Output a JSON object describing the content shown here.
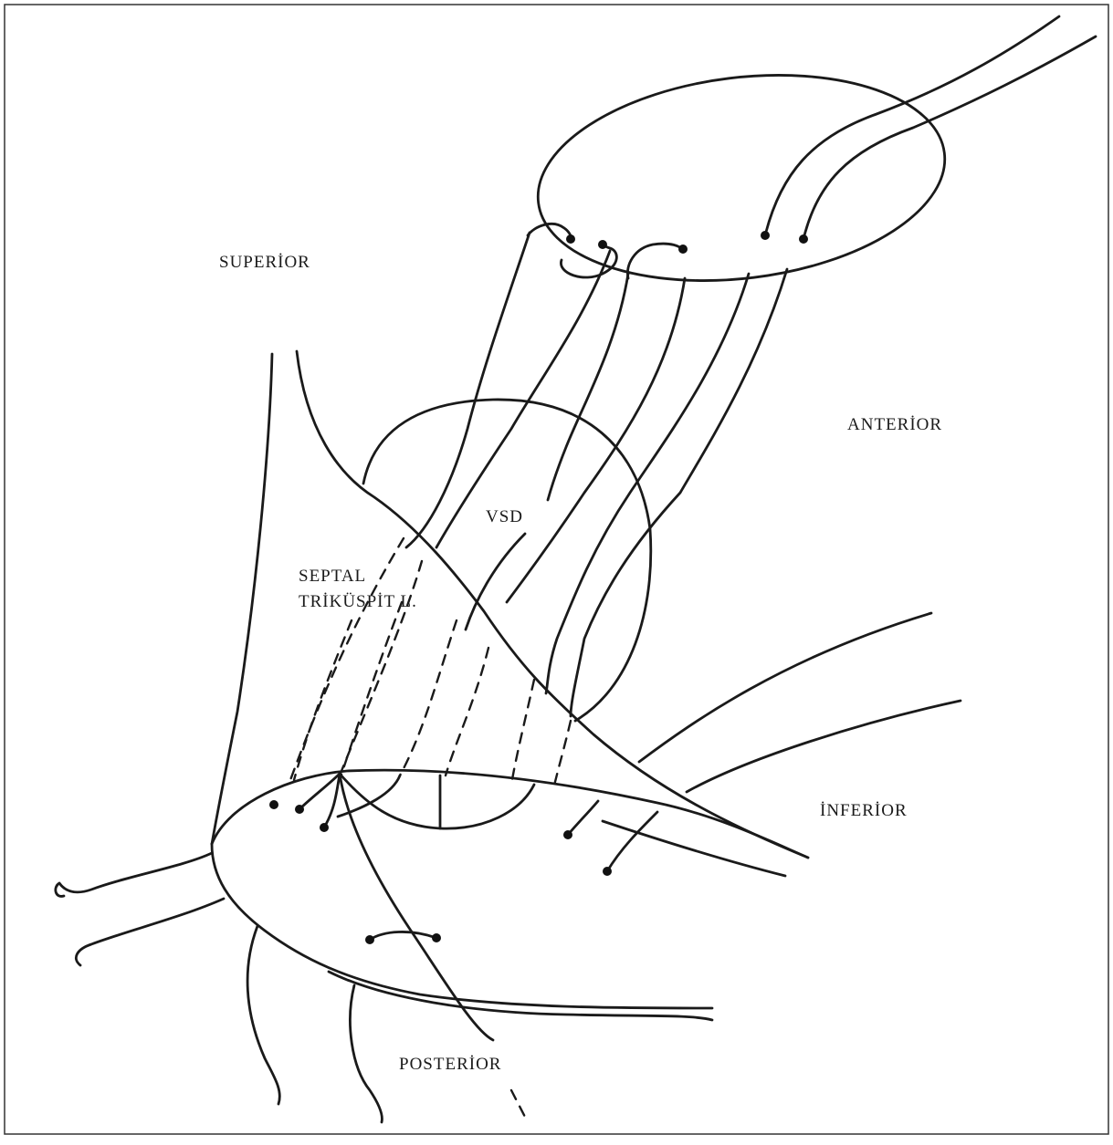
{
  "labels": {
    "superior": "SUPERİOR",
    "anterior": "ANTERİOR",
    "vsd": "VSD",
    "septal_line1": "SEPTAL",
    "septal_line2": "TRİKÜSPİT L.",
    "inferior": "İNFERİOR",
    "posterior": "POSTERİOR"
  },
  "colors": {
    "ink": "#1a1a1a",
    "background": "#ffffff"
  }
}
